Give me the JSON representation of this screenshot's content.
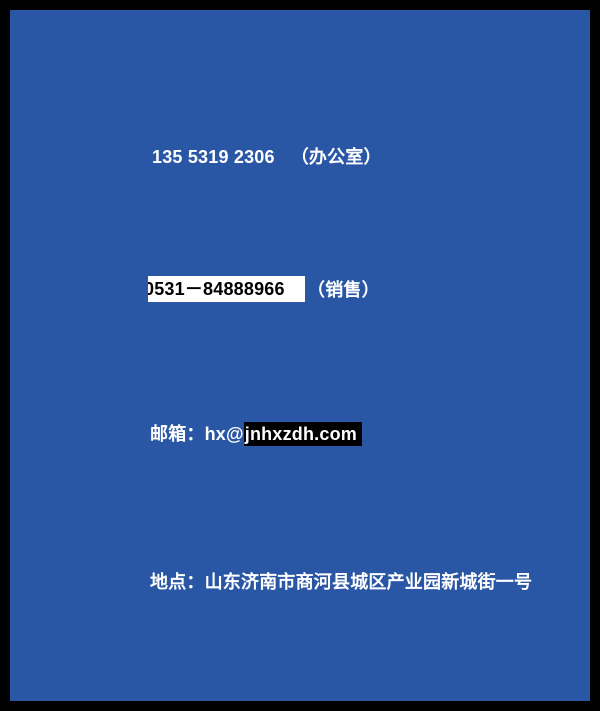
{
  "page": {
    "background_color": "#2a57a5",
    "border_color": "#000000",
    "text_color": "#ffffff",
    "selection_background": "#ffffff",
    "email_highlight_background": "#000000"
  },
  "contact": {
    "office_phone": "135 5319 2306",
    "office_label": "（办公室）",
    "sales_phone": "0531－84888966",
    "sales_label": "（销售）",
    "email_prefix": "邮箱：hx@",
    "email_domain": "jnhxzdh.com",
    "address": "地点：山东济南市商河县城区产业园新城街一号"
  }
}
